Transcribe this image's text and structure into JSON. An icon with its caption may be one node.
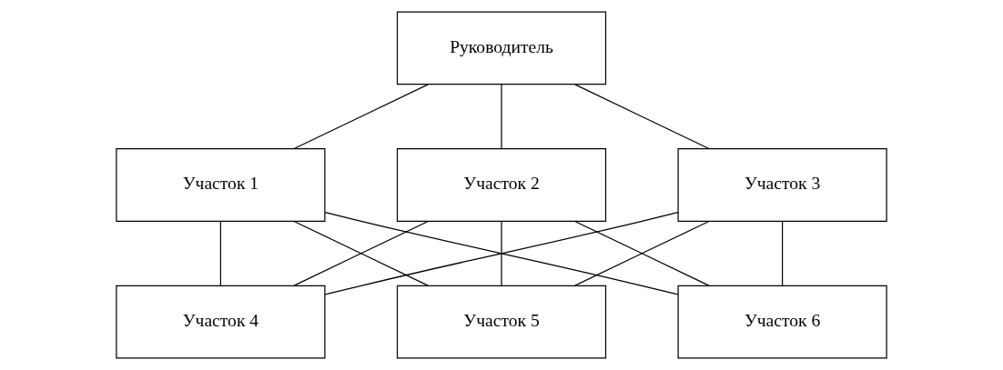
{
  "diagram": {
    "nodes": [
      {
        "text": [
          "Руководитель"
        ]
      },
      {
        "text": [
          "Участок 1"
        ]
      },
      {
        "text": [
          "Участок 2"
        ]
      },
      {
        "text": [
          "Участок 3"
        ]
      },
      {
        "text": [
          "Участок 4"
        ]
      },
      {
        "text": [
          "Участок 5"
        ]
      },
      {
        "text": [
          "Участок 6"
        ]
      }
    ],
    "edges": [
      {
        "from": 0,
        "to": 1,
        "arrow": "none"
      },
      {
        "from": 0,
        "to": 2,
        "arrow": "none"
      },
      {
        "from": 0,
        "to": 3,
        "arrow": "none"
      },
      {
        "from": 1,
        "to": 4,
        "arrow": "none"
      },
      {
        "from": 1,
        "to": 5,
        "arrow": "none"
      },
      {
        "from": 1,
        "to": 6,
        "arrow": "none"
      },
      {
        "from": 2,
        "to": 4,
        "arrow": "none"
      },
      {
        "from": 2,
        "to": 5,
        "arrow": "none"
      },
      {
        "from": 2,
        "to": 6,
        "arrow": "none"
      },
      {
        "from": 3,
        "to": 4,
        "arrow": "none"
      },
      {
        "from": 3,
        "to": 5,
        "arrow": "none"
      },
      {
        "from": 3,
        "to": 6,
        "arrow": "none"
      }
    ]
  }
}
